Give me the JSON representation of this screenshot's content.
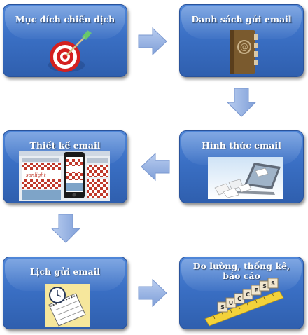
{
  "boxes": [
    {
      "id": "b1",
      "title": "Mục đích chiến dịch",
      "image": "target-dart-icon"
    },
    {
      "id": "b2",
      "title": "Danh sách gửi email",
      "image": "address-book-icon"
    },
    {
      "id": "b3",
      "title": "Hình thức email",
      "image": "laptop-envelopes-icon"
    },
    {
      "id": "b4",
      "title": "Thiết kế email",
      "image": "email-design-screenshot"
    },
    {
      "id": "b5",
      "title": "Lịch gửi email",
      "image": "calendar-clock-icon"
    },
    {
      "id": "b6",
      "title": "Đo lường, thống kê, báo cáo",
      "image": "success-dice-ruler-icon"
    }
  ],
  "colors": {
    "box": "#3a6fc4",
    "arrow": "#8eaee6",
    "text": "#ffffff"
  }
}
